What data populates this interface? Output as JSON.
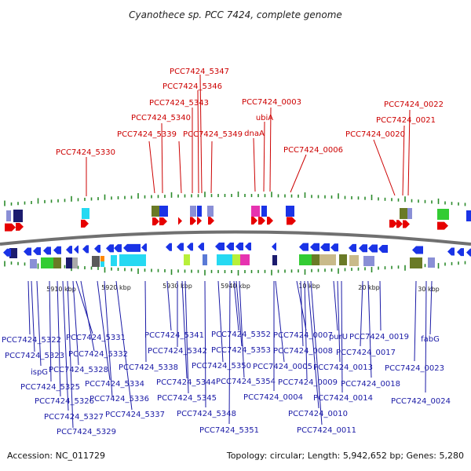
{
  "title": "Cyanothece sp. PCC 7424, complete genome",
  "footer": {
    "accession": "Accession: NC_011729",
    "topology": "Topology: circular; Length: 5,942,652 bp; Genes: 5,280"
  },
  "colors": {
    "forward_arrow": "#e60000",
    "reverse_arrow": "#1a33e6",
    "top_label": "#cc0000",
    "bottom_label": "#1a1aa6",
    "tick": "#2a8a2a",
    "backbone": "#707070"
  },
  "scale_labels": [
    "5910 kbp",
    "5920 kbp",
    "5930 kbp",
    "5940 kbp",
    "10 kbp",
    "20 kbp",
    "30 kbp"
  ],
  "top_labels": [
    "PCC7424_5347",
    "PCC7424_5346",
    "PCC7424_5343",
    "PCC7424_0003",
    "PCC7424_0022",
    "PCC7424_5340",
    "ubiA",
    "PCC7424_0021",
    "PCC7424_5339",
    "PCC7424_5349",
    "dnaA",
    "PCC7424_0020",
    "PCC7424_0006",
    "PCC7424_5330"
  ],
  "bottom_labels": [
    "PCC7424_5322",
    "PCC7424_5331",
    "PCC7424_5341",
    "PCC7424_5352",
    "PCC7424_0007",
    "purU",
    "PCC7424_0019",
    "fabG",
    "PCC7424_5323",
    "PCC7424_5332",
    "PCC7424_5342",
    "PCC7424_5353",
    "PCC7424_0008",
    "PCC7424_0017",
    "ispG",
    "PCC7424_5328",
    "PCC7424_5338",
    "PCC7424_5350",
    "PCC7424_0005",
    "PCC7424_0013",
    "PCC7424_0023",
    "PCC7424_5325",
    "PCC7424_5334",
    "PCC7424_5344",
    "PCC7424_5354",
    "PCC7424_0009",
    "PCC7424_0018",
    "PCC7424_5326",
    "PCC7424_5336",
    "PCC7424_5345",
    "PCC7424_0004",
    "PCC7424_0014",
    "PCC7424_0024",
    "PCC7424_5327",
    "PCC7424_5337",
    "PCC7424_5348",
    "PCC7424_0010",
    "PCC7424_5329",
    "PCC7424_5351",
    "PCC7424_0011"
  ]
}
